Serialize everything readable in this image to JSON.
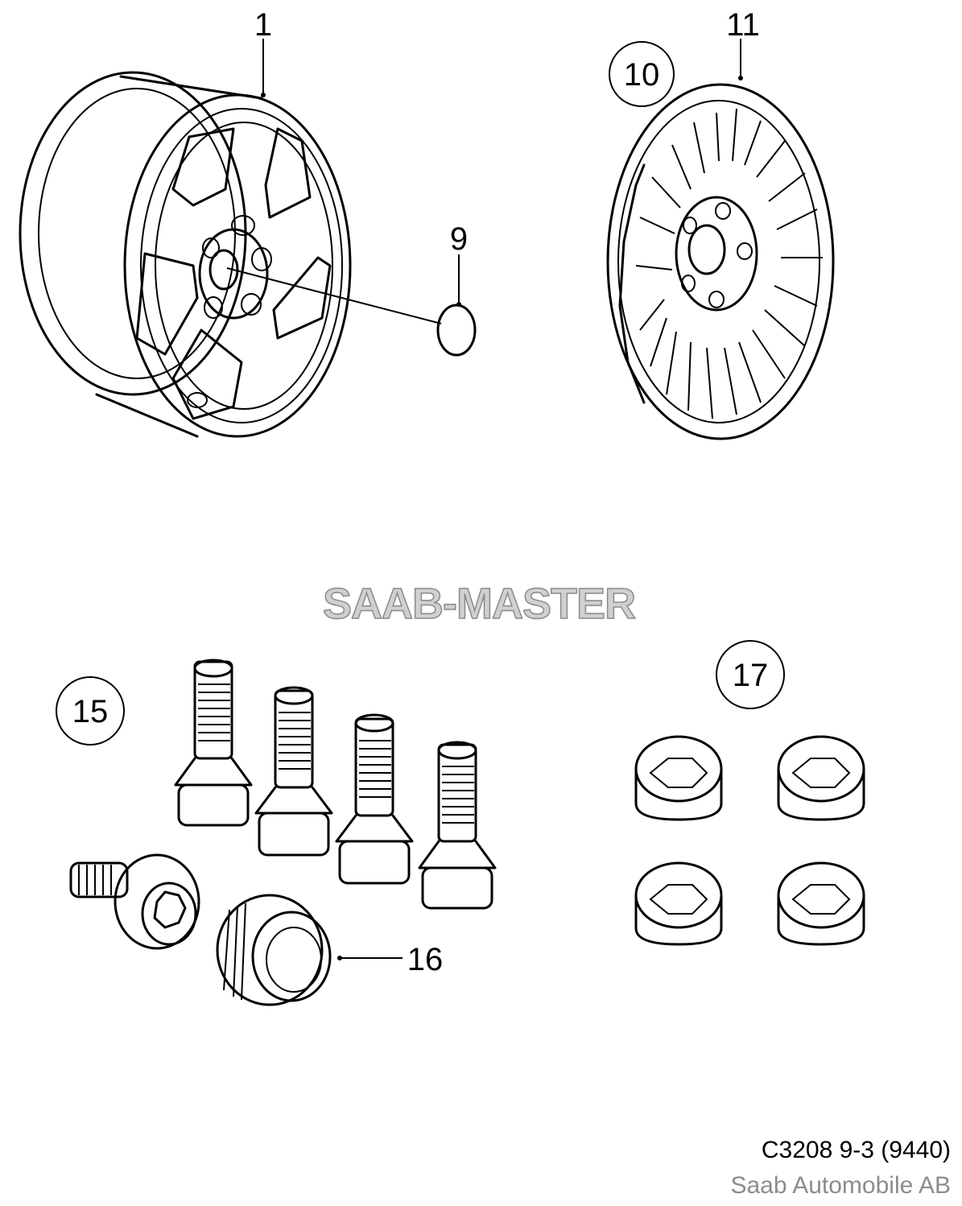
{
  "diagram": {
    "callouts": {
      "wheel": "1",
      "center_cap": "9",
      "hubcap_circled": "10",
      "hubcap": "11",
      "bolts_circled": "15",
      "lock_bolt": "16",
      "nut_caps_circled": "17"
    },
    "watermark": "SAAB-MASTER",
    "footer": {
      "code": "C3208 9-3 (9440)",
      "copyright": "Saab Automobile AB"
    }
  }
}
